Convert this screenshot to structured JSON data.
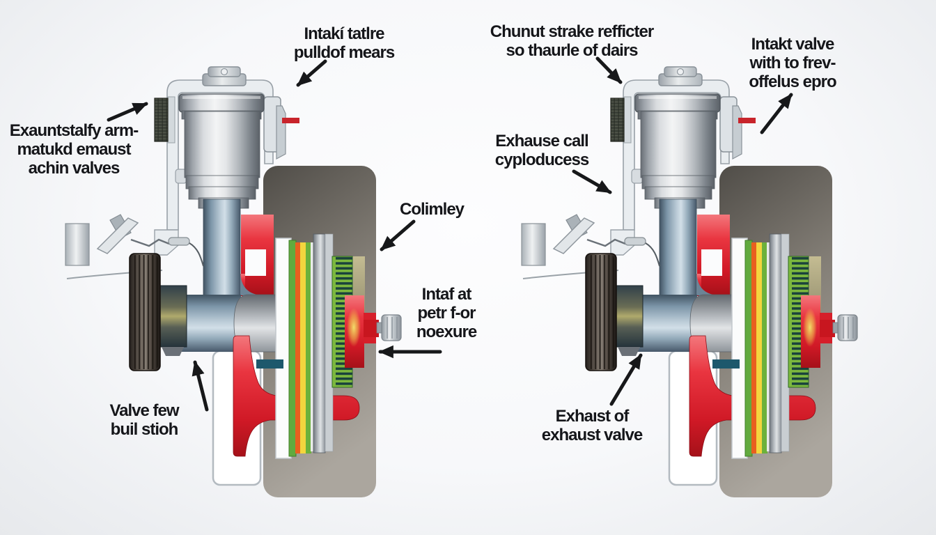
{
  "labels": [
    {
      "id": "intake-rocker",
      "lines": [
        "Intakí tatlre",
        "pulldof mears"
      ]
    },
    {
      "id": "top-center",
      "lines": [
        "Chunut strake refficter",
        "so thaurle of dairs"
      ]
    },
    {
      "id": "intake-valve",
      "lines": [
        "Intakt valve",
        "with to frev-",
        "offelus epro"
      ]
    },
    {
      "id": "exhaust-arm",
      "lines": [
        "Exauntstalfy arm-",
        "matukd emaust",
        "achin valves"
      ]
    },
    {
      "id": "colimley",
      "lines": [
        "Colimley"
      ]
    },
    {
      "id": "intake-mixture",
      "lines": [
        "Intaf at",
        "petr f-or",
        "noexure"
      ]
    },
    {
      "id": "valve-stem",
      "lines": [
        "Valve few",
        "buil stioh"
      ]
    },
    {
      "id": "exhaust-call",
      "lines": [
        "Exhause call",
        "cyploducess"
      ]
    },
    {
      "id": "exhaust-valve",
      "lines": [
        "Exhaıst of",
        "exhaust valve"
      ]
    }
  ],
  "colors": {
    "text": "#15161a",
    "accent_red": "#d81f2a",
    "engine_block_gray_dark": "#54524d",
    "engine_block_gray_light": "#aaa59d",
    "pipe_blue_gray": "#8ca4b5",
    "gasket_green": "#6cb13c",
    "gasket_orange": "#e8601f",
    "gasket_yellow": "#f3d53e",
    "teeth_dark_teal": "#1a423c",
    "teal_slot": "#1d586c",
    "background": "#f2f3f5"
  }
}
